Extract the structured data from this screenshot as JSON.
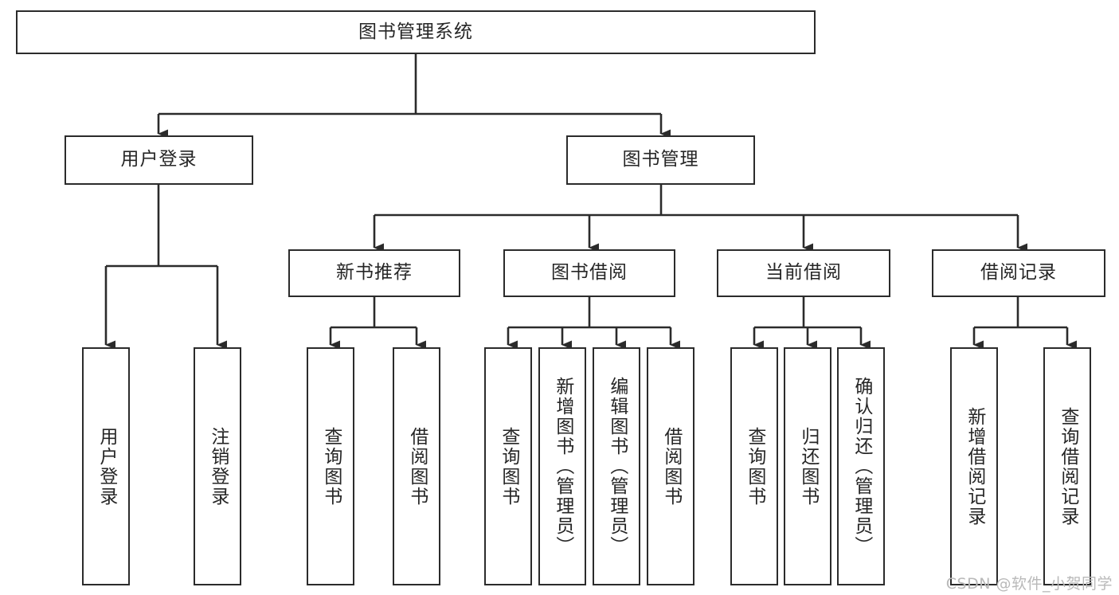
{
  "diagram": {
    "title": "图书管理系统",
    "type": "tree-hierarchy-flowchart",
    "root": {
      "label": "图书管理系统"
    },
    "level2": [
      {
        "label": "用户登录"
      },
      {
        "label": "图书管理"
      }
    ],
    "level3": [
      {
        "label": "新书推荐"
      },
      {
        "label": "图书借阅"
      },
      {
        "label": "当前借阅"
      },
      {
        "label": "借阅记录"
      }
    ],
    "leaves": {
      "user_login": [
        {
          "label": "用户登录"
        },
        {
          "label": "注销登录"
        }
      ],
      "new_book_recommend": [
        {
          "label": "查询图书"
        },
        {
          "label": "借阅图书"
        }
      ],
      "book_borrow": [
        {
          "label": "查询图书"
        },
        {
          "label": "新增图书（管理员）"
        },
        {
          "label": "编辑图书（管理员）"
        },
        {
          "label": "借阅图书"
        }
      ],
      "current_borrow": [
        {
          "label": "查询图书"
        },
        {
          "label": "归还图书"
        },
        {
          "label": "确认归还（管理员）"
        }
      ],
      "borrow_record": [
        {
          "label": "新增借阅记录"
        },
        {
          "label": "查询借阅记录"
        }
      ]
    },
    "watermark": "CSDN @软件_小贺同学",
    "colors": {
      "stroke": "#2b2b2b",
      "fill": "#ffffff",
      "text": "#262626",
      "watermark": "#b9b9b9"
    }
  }
}
